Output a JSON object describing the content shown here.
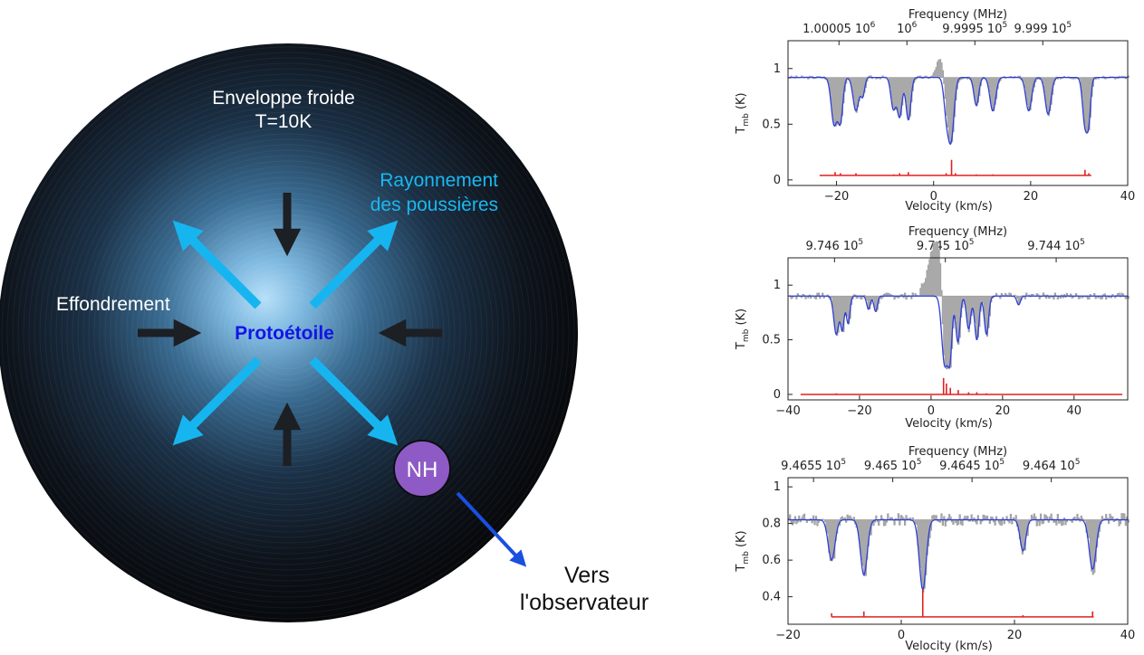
{
  "diagram": {
    "envelope_label_line1": "Enveloppe froide",
    "envelope_label_line2": "T=10K",
    "radiation_label_line1": "Rayonnement",
    "radiation_label_line2": "des poussières",
    "collapse_label": "Effondrement",
    "protostar_label": "Protoétoile",
    "nh_label": "NH",
    "observer_label_line1": "Vers",
    "observer_label_line2": "l'observateur",
    "colors": {
      "envelope_outer": "#0c0f14",
      "envelope_core": "#a8d8f5",
      "radiation_arrow": "#17b5f0",
      "collapse_arrow": "#1a1a1a",
      "protostar_text": "#1414e6",
      "nh_fill": "#8e5bc6",
      "observer_arrow": "#1a4fe0"
    }
  },
  "chart_data": [
    {
      "type": "line",
      "top_axis_label": "Frequency (MHz)",
      "top_ticks": [
        {
          "mant": "1.00005",
          "exp": "6",
          "v": -19.5
        },
        {
          "mant": "",
          "exp": "6",
          "v": -5.5
        },
        {
          "mant": "9.9995",
          "exp": "5",
          "v": 8.5
        },
        {
          "mant": "9.999",
          "exp": "5",
          "v": 22.5
        }
      ],
      "xlabel": "Velocity (km/s)",
      "ylabel": "T_mb (K)",
      "xlim": [
        -30,
        40
      ],
      "ylim": [
        -0.05,
        1.25
      ],
      "xticks": [
        -20,
        0,
        20,
        40
      ],
      "yticks": [
        0,
        0.5,
        1
      ],
      "baseline": 0.92,
      "model": [
        {
          "v": -20.5,
          "depth": 0.42,
          "w": 0.6
        },
        {
          "v": -19.2,
          "depth": 0.38,
          "w": 0.5
        },
        {
          "v": -16.0,
          "depth": 0.3,
          "w": 0.6
        },
        {
          "v": -14.6,
          "depth": 0.16,
          "w": 0.4
        },
        {
          "v": -8.3,
          "depth": 0.28,
          "w": 0.5
        },
        {
          "v": -7.0,
          "depth": 0.35,
          "w": 0.5
        },
        {
          "v": -5.2,
          "depth": 0.38,
          "w": 0.5
        },
        {
          "v": 2.6,
          "depth": 0.28,
          "w": 0.5
        },
        {
          "v": 3.6,
          "depth": 0.55,
          "w": 0.6
        },
        {
          "v": 8.8,
          "depth": 0.25,
          "w": 0.5
        },
        {
          "v": 12.2,
          "depth": 0.3,
          "w": 0.6
        },
        {
          "v": 19.6,
          "depth": 0.3,
          "w": 0.6
        },
        {
          "v": 23.6,
          "depth": 0.33,
          "w": 0.6
        },
        {
          "v": 31.2,
          "depth": 0.42,
          "w": 0.5
        },
        {
          "v": 32.0,
          "depth": 0.32,
          "w": 0.4
        }
      ],
      "emission": [
        {
          "v": 0.8,
          "h": 0.1
        },
        {
          "v": 1.5,
          "h": 0.08
        },
        {
          "v": 2.3,
          "h": 0.05
        }
      ],
      "sticks_base": 0.04,
      "sticks_range": [
        -23.5,
        32.5
      ],
      "sticks": [
        {
          "v": -20.3,
          "h": 0.03
        },
        {
          "v": -19.2,
          "h": 0.02
        },
        {
          "v": -16.0,
          "h": 0.02
        },
        {
          "v": -8.2,
          "h": 0.01
        },
        {
          "v": -7.0,
          "h": 0.02
        },
        {
          "v": -5.2,
          "h": 0.03
        },
        {
          "v": 2.6,
          "h": 0.02
        },
        {
          "v": 3.7,
          "h": 0.14
        },
        {
          "v": 4.5,
          "h": 0.02
        },
        {
          "v": 8.8,
          "h": 0.01
        },
        {
          "v": 12.2,
          "h": 0.01
        },
        {
          "v": 31.2,
          "h": 0.05
        },
        {
          "v": 32.0,
          "h": 0.02
        }
      ],
      "noise": 0.015,
      "seed": 3
    },
    {
      "type": "line",
      "top_axis_label": "Frequency (MHz)",
      "top_ticks": [
        {
          "mant": "9.746",
          "exp": "5",
          "v": -27
        },
        {
          "mant": "9.745",
          "exp": "5",
          "v": 4
        },
        {
          "mant": "9.744",
          "exp": "5",
          "v": 35
        }
      ],
      "xlabel": "Velocity (km/s)",
      "ylabel": "T_mb (K)",
      "xlim": [
        -40,
        55
      ],
      "ylim": [
        -0.05,
        1.25
      ],
      "xticks": [
        -40,
        -20,
        0,
        20,
        40
      ],
      "yticks": [
        0,
        0.5,
        1
      ],
      "baseline": 0.9,
      "model": [
        {
          "v": -26.5,
          "depth": 0.35,
          "w": 0.7
        },
        {
          "v": -24.8,
          "depth": 0.3,
          "w": 0.5
        },
        {
          "v": -23.2,
          "depth": 0.25,
          "w": 0.5
        },
        {
          "v": -17.5,
          "depth": 0.12,
          "w": 0.5
        },
        {
          "v": -15.5,
          "depth": 0.14,
          "w": 0.5
        },
        {
          "v": 3.8,
          "depth": 0.62,
          "w": 0.8
        },
        {
          "v": 5.3,
          "depth": 0.52,
          "w": 0.6
        },
        {
          "v": 7.5,
          "depth": 0.42,
          "w": 0.6
        },
        {
          "v": 10.5,
          "depth": 0.3,
          "w": 0.6
        },
        {
          "v": 12.8,
          "depth": 0.4,
          "w": 0.6
        },
        {
          "v": 15.5,
          "depth": 0.35,
          "w": 0.6
        },
        {
          "v": 24.5,
          "depth": 0.08,
          "w": 0.5
        }
      ],
      "emission": [
        {
          "v": -2.5,
          "h": 0.08
        },
        {
          "v": -1.5,
          "h": 0.12
        },
        {
          "v": -0.5,
          "h": 0.22
        },
        {
          "v": 0.5,
          "h": 0.32
        },
        {
          "v": 1.5,
          "h": 0.36
        },
        {
          "v": 2.4,
          "h": 0.3
        }
      ],
      "sticks_base": 0.0,
      "sticks_range": [
        -36.5,
        53.5
      ],
      "sticks": [
        {
          "v": -26.5,
          "h": 0.01
        },
        {
          "v": 3.5,
          "h": 0.15
        },
        {
          "v": 4.3,
          "h": 0.1
        },
        {
          "v": 5.4,
          "h": 0.06
        },
        {
          "v": 7.6,
          "h": 0.04
        },
        {
          "v": 10.5,
          "h": 0.02
        },
        {
          "v": 12.8,
          "h": 0.02
        },
        {
          "v": 15.5,
          "h": 0.01
        }
      ],
      "noise": 0.03,
      "seed": 7
    },
    {
      "type": "line",
      "top_axis_label": "Frequency (MHz)",
      "top_ticks": [
        {
          "mant": "9.4655",
          "exp": "5",
          "v": -15.5
        },
        {
          "mant": "9.465",
          "exp": "5",
          "v": -1.5
        },
        {
          "mant": "9.4645",
          "exp": "5",
          "v": 12.5
        },
        {
          "mant": "9.464",
          "exp": "5",
          "v": 26.5
        }
      ],
      "xlabel": "Velocity (km/s)",
      "ylabel": "T_mb (K)",
      "xlim": [
        -20,
        40
      ],
      "ylim": [
        0.25,
        1.05
      ],
      "xticks": [
        -20,
        0,
        20,
        40
      ],
      "yticks": [
        0.4,
        0.6,
        0.8,
        1
      ],
      "baseline": 0.82,
      "model": [
        {
          "v": -12.3,
          "depth": 0.22,
          "w": 0.6
        },
        {
          "v": -6.6,
          "depth": 0.3,
          "w": 0.6
        },
        {
          "v": 3.8,
          "depth": 0.38,
          "w": 0.6
        },
        {
          "v": 21.5,
          "depth": 0.17,
          "w": 0.5
        },
        {
          "v": 33.8,
          "depth": 0.27,
          "w": 0.6
        }
      ],
      "emission": [],
      "sticks_base": 0.29,
      "sticks_range": [
        -12.3,
        34.0
      ],
      "sticks": [
        {
          "v": -12.3,
          "h": 0.02
        },
        {
          "v": -6.6,
          "h": 0.03
        },
        {
          "v": 3.8,
          "h": 0.15
        },
        {
          "v": 21.5,
          "h": 0.01
        },
        {
          "v": 33.8,
          "h": 0.03
        }
      ],
      "noise": 0.035,
      "seed": 11
    }
  ]
}
